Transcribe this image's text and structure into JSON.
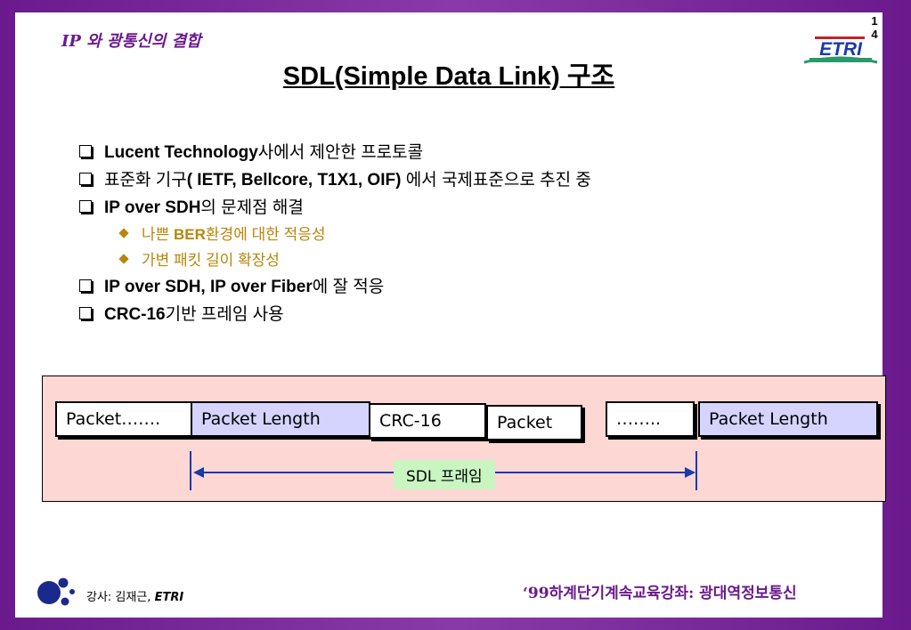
{
  "header": {
    "title": "IP 와 광통신의 결합",
    "page_number_line1": "1",
    "page_number_line2": "4",
    "logo_text": "ETRI"
  },
  "main_title": "SDL(Simple Data Link) 구조",
  "bullets": {
    "item1_bold": "Lucent Technology",
    "item1_rest": "사에서 제안한 프로토콜",
    "item2_pre": "표준화 기구",
    "item2_bold": "( IETF, Bellcore, T1X1, OIF)",
    "item2_rest": " 에서 국제표준으로 추진 중",
    "item3_bold": "IP over SDH",
    "item3_rest": "의 문제점 해결",
    "sub1_pre": "나쁜 ",
    "sub1_bold": "BER",
    "sub1_rest": "환경에 대한 적응성",
    "sub2": "가변 패킷 길이 확장성",
    "item4_bold": "IP over SDH, IP over Fiber",
    "item4_rest": "에 잘 적응",
    "item5_bold": "CRC-16",
    "item5_rest": "기반 프레임 사용"
  },
  "diagram": {
    "cells": [
      "Packet…….",
      "Packet Length",
      "CRC-16",
      "Packet",
      "……..",
      "Packet Length"
    ],
    "frame_label": "SDL 프래임"
  },
  "footer": {
    "instructor_prefix": "강사: 김재근, ",
    "instructor_org": "ETRI",
    "course": "‘99하계단기계속교육강좌: 광대역정보통신"
  },
  "colors": {
    "frame": "#6a1a8c",
    "header_text": "#6a1a8c",
    "sub_bullet": "#b8860b",
    "diagram_bg": "#fdd7d4",
    "cell_blue": "#d4d4ff",
    "label_green": "#c8f5c0",
    "arrow": "#1a3aa8"
  }
}
